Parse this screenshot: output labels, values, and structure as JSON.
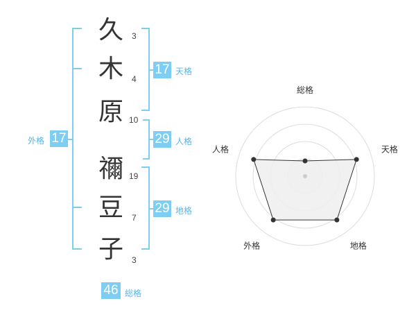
{
  "name_chars": [
    {
      "char": "久",
      "strokes": "3"
    },
    {
      "char": "木",
      "strokes": "4"
    },
    {
      "char": "原",
      "strokes": "10"
    },
    {
      "char": "禰",
      "strokes": "19"
    },
    {
      "char": "豆",
      "strokes": "7"
    },
    {
      "char": "子",
      "strokes": "3"
    }
  ],
  "fortunes": {
    "tenkaku": {
      "value": "17",
      "label": "天格"
    },
    "jinkaku": {
      "value": "29",
      "label": "人格"
    },
    "chikaku": {
      "value": "29",
      "label": "地格"
    },
    "gaikaku": {
      "value": "17",
      "label": "外格"
    },
    "soukaku": {
      "value": "46",
      "label": "総格"
    }
  },
  "chart_data": {
    "type": "radar",
    "axes": [
      "総格",
      "天格",
      "地格",
      "外格",
      "人格"
    ],
    "values": [
      0.22,
      0.78,
      0.78,
      0.78,
      0.78
    ],
    "max": 1,
    "rings": 4,
    "colors": {
      "fill": "#eeeeee",
      "line": "#333333",
      "grid": "#dddddd",
      "point": "#333333"
    }
  },
  "colors": {
    "accent": "#7ecef4",
    "label": "#56b6ea"
  }
}
